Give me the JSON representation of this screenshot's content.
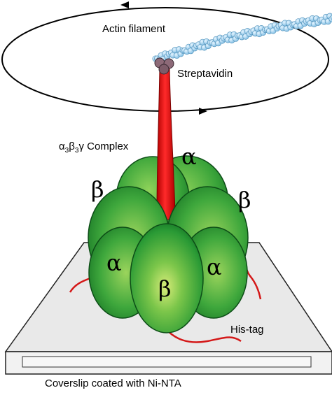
{
  "labels": {
    "actin_filament": "Actin filament",
    "streptavidin": "Streptavidin",
    "complex": {
      "a": "α",
      "a_sub": "3",
      "b": "β",
      "b_sub": "3",
      "g": "γ",
      "text": " Complex"
    },
    "alpha": "α",
    "beta": "β",
    "his_tag": "His-tag",
    "coverslip": "Coverslip coated with Ni-NTA"
  },
  "colors": {
    "subunit_green_light": "#c8e86a",
    "subunit_green_mid": "#3fae3f",
    "subunit_green_dark": "#0d6b1e",
    "gamma_stalk": "#e31414",
    "actin_bead": "#a9d4ee",
    "streptavidin": "#8d6a78",
    "his_tag": "#d41818",
    "coverslip": "#e9e9e9"
  }
}
